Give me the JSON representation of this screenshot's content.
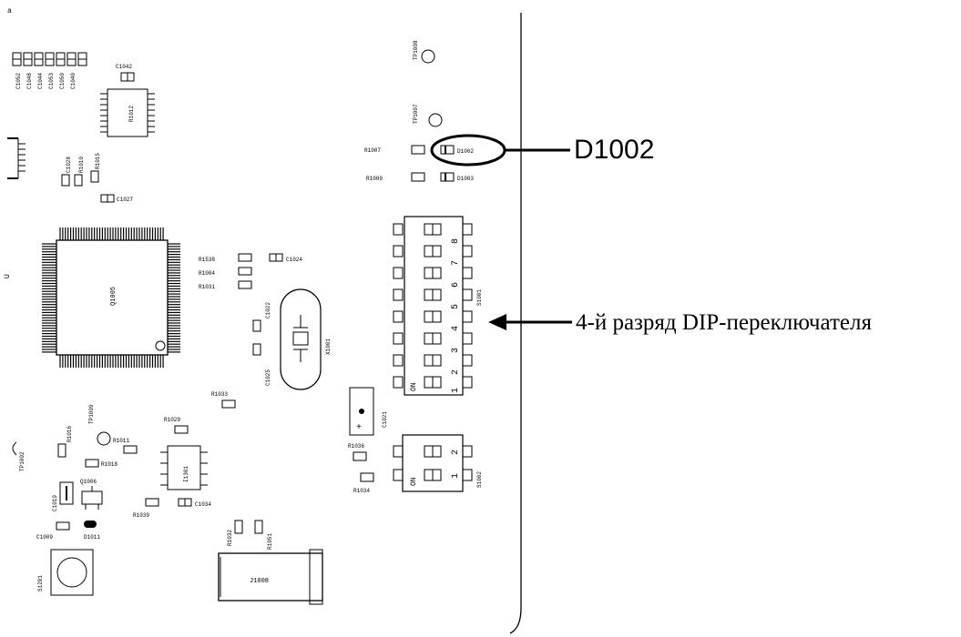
{
  "callouts": {
    "d1002": "D1002",
    "dip_switch_bit": "4-й разряд DIP-переключателя"
  },
  "labels": {
    "c1042": "C1042",
    "r1012_ic": "R1012",
    "c1027": "C1027",
    "c1028": "C1028",
    "r1010": "R1010",
    "r1015": "R1015",
    "c1052": "C1052",
    "c1048": "C1048",
    "c1044": "C1044",
    "c1053": "C1053",
    "c1050": "C1050",
    "c1040": "C1040",
    "tp1008": "TP1008",
    "tp1007": "TP1007",
    "r1007": "R1007",
    "d1002_pcb": "D1002",
    "r1009": "R1009",
    "d1003": "D1003",
    "q1005": "Q1005",
    "r1538": "R1538",
    "r1004": "R1004",
    "r1031": "R1031",
    "c1024": "C1024",
    "c1022": "C1022",
    "c1025": "C1025",
    "x1001": "X1001",
    "s1001": "S1001",
    "r1033": "R1033",
    "r1029": "R1029",
    "r1011": "R1011",
    "r1016": "R1016",
    "r1018": "R1018",
    "tp1009": "TP1009",
    "tp1002": "TP1002",
    "c1019": "C1019",
    "q1006": "Q1006",
    "c1009": "C1009",
    "d1011": "D1011",
    "r1039": "R1039",
    "c1034": "C1034",
    "ic1301": "I1301",
    "r1032": "R1032",
    "r1051": "R1051",
    "j1008": "J1008",
    "s1201": "S1201",
    "c1021": "C1021",
    "r1036": "R1036",
    "r1034": "R1034",
    "s1002": "S1002",
    "on": "ON",
    "page_mark": "a",
    "side_mark": "U"
  },
  "dip_main_numbers": [
    "8",
    "7",
    "6",
    "5",
    "4",
    "3",
    "2",
    "1"
  ],
  "dip_small_numbers": [
    "2",
    "1"
  ]
}
